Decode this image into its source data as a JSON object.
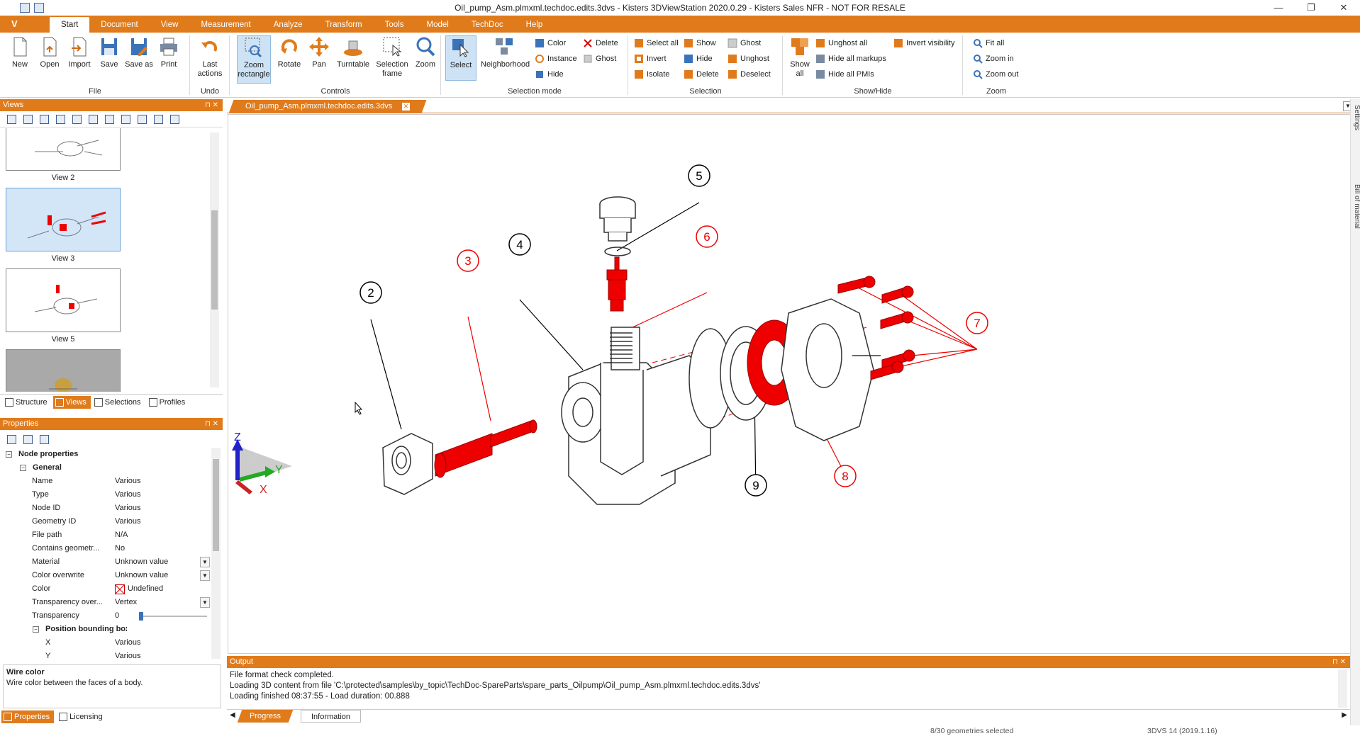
{
  "window": {
    "title": "Oil_pump_Asm.plmxml.techdoc.edits.3dvs - Kisters 3DViewStation 2020.0.29 - Kisters Sales NFR - NOT FOR RESALE",
    "minimize": "—",
    "maximize": "❐",
    "close": "✕"
  },
  "menu": {
    "app_button": "V",
    "tabs": [
      "Start",
      "Document",
      "View",
      "Measurement",
      "Analyze",
      "Transform",
      "Tools",
      "Model",
      "TechDoc",
      "Help"
    ],
    "active_tab": "Start"
  },
  "ribbon": {
    "file": {
      "label": "File",
      "buttons": [
        "New",
        "Open",
        "Import",
        "Save",
        "Save as",
        "Print"
      ]
    },
    "undo": {
      "label": "Undo",
      "buttons": [
        "Last actions"
      ]
    },
    "controls": {
      "label": "Controls",
      "buttons": [
        "Zoom rectangle",
        "Rotate",
        "Pan",
        "Turntable",
        "Selection frame",
        "Zoom"
      ]
    },
    "selection_mode": {
      "label": "Selection mode",
      "buttons": [
        "Select",
        "Neighborhood"
      ],
      "small": [
        "Color",
        "Instance",
        "Hide",
        "Delete",
        "Ghost"
      ]
    },
    "selection": {
      "label": "Selection",
      "small": [
        "Select all",
        "Invert",
        "Isolate",
        "Show",
        "Hide",
        "Delete",
        "Ghost",
        "Unghost",
        "Deselect"
      ]
    },
    "showhide": {
      "label": "Show/Hide",
      "buttons": [
        "Show all"
      ],
      "small": [
        "Unghost all",
        "Hide all markups",
        "Hide all PMIs",
        "Invert visibility"
      ]
    },
    "zoom": {
      "label": "Zoom",
      "small": [
        "Fit all",
        "Zoom in",
        "Zoom out"
      ]
    }
  },
  "views_pane": {
    "title": "Views",
    "items": [
      {
        "label": "View 2"
      },
      {
        "label": "View 3"
      },
      {
        "label": "View 5"
      }
    ],
    "tabs": [
      "Structure",
      "Views",
      "Selections",
      "Profiles"
    ],
    "active_tab": "Views"
  },
  "properties_pane": {
    "title": "Properties",
    "section": "Node properties",
    "group": "General",
    "rows": [
      {
        "key": "Name",
        "value": "Various"
      },
      {
        "key": "Type",
        "value": "Various"
      },
      {
        "key": "Node ID",
        "value": "Various"
      },
      {
        "key": "Geometry ID",
        "value": "Various"
      },
      {
        "key": "File path",
        "value": "N/A"
      },
      {
        "key": "Contains geometr...",
        "value": "No"
      },
      {
        "key": "Material",
        "value": "Unknown value"
      },
      {
        "key": "Color overwrite",
        "value": "Unknown value"
      },
      {
        "key": "Color",
        "value": "Undefined"
      },
      {
        "key": "Transparency over...",
        "value": "Vertex"
      },
      {
        "key": "Transparency",
        "value": "0"
      }
    ],
    "subgroup": "Position bounding box center",
    "sub_rows": [
      {
        "key": "X",
        "value": "Various"
      },
      {
        "key": "Y",
        "value": "Various"
      }
    ],
    "transparency_level": 0,
    "description_title": "Wire color",
    "description_text": "Wire color between the faces of a body.",
    "tabs": [
      "Properties",
      "Licensing"
    ],
    "active_tab": "Properties"
  },
  "document": {
    "tab": "Oil_pump_Asm.plmxml.techdoc.edits.3dvs",
    "callouts": [
      "2",
      "3",
      "4",
      "5",
      "6",
      "7",
      "8",
      "9"
    ],
    "axes": [
      "Z",
      "Y",
      "X"
    ]
  },
  "side_tabs": [
    "Settings",
    "Bill of material"
  ],
  "output": {
    "title": "Output",
    "lines": [
      "File format check completed.",
      "Loading 3D content from file 'C:\\protected\\samples\\by_topic\\TechDoc-SpareParts\\spare_parts_Oilpump\\Oil_pump_Asm.plmxml.techdoc.edits.3dvs'",
      "Loading finished 08:37:55 - Load duration: 00.888"
    ],
    "tabs": [
      "Progress",
      "Information"
    ],
    "active_tab": "Progress"
  },
  "status": {
    "selection": "8/30 geometries selected",
    "version": "3DVS 14 (2019.1.16)"
  },
  "colors": {
    "accent": "#e07b1c",
    "highlight": "#e00000"
  }
}
